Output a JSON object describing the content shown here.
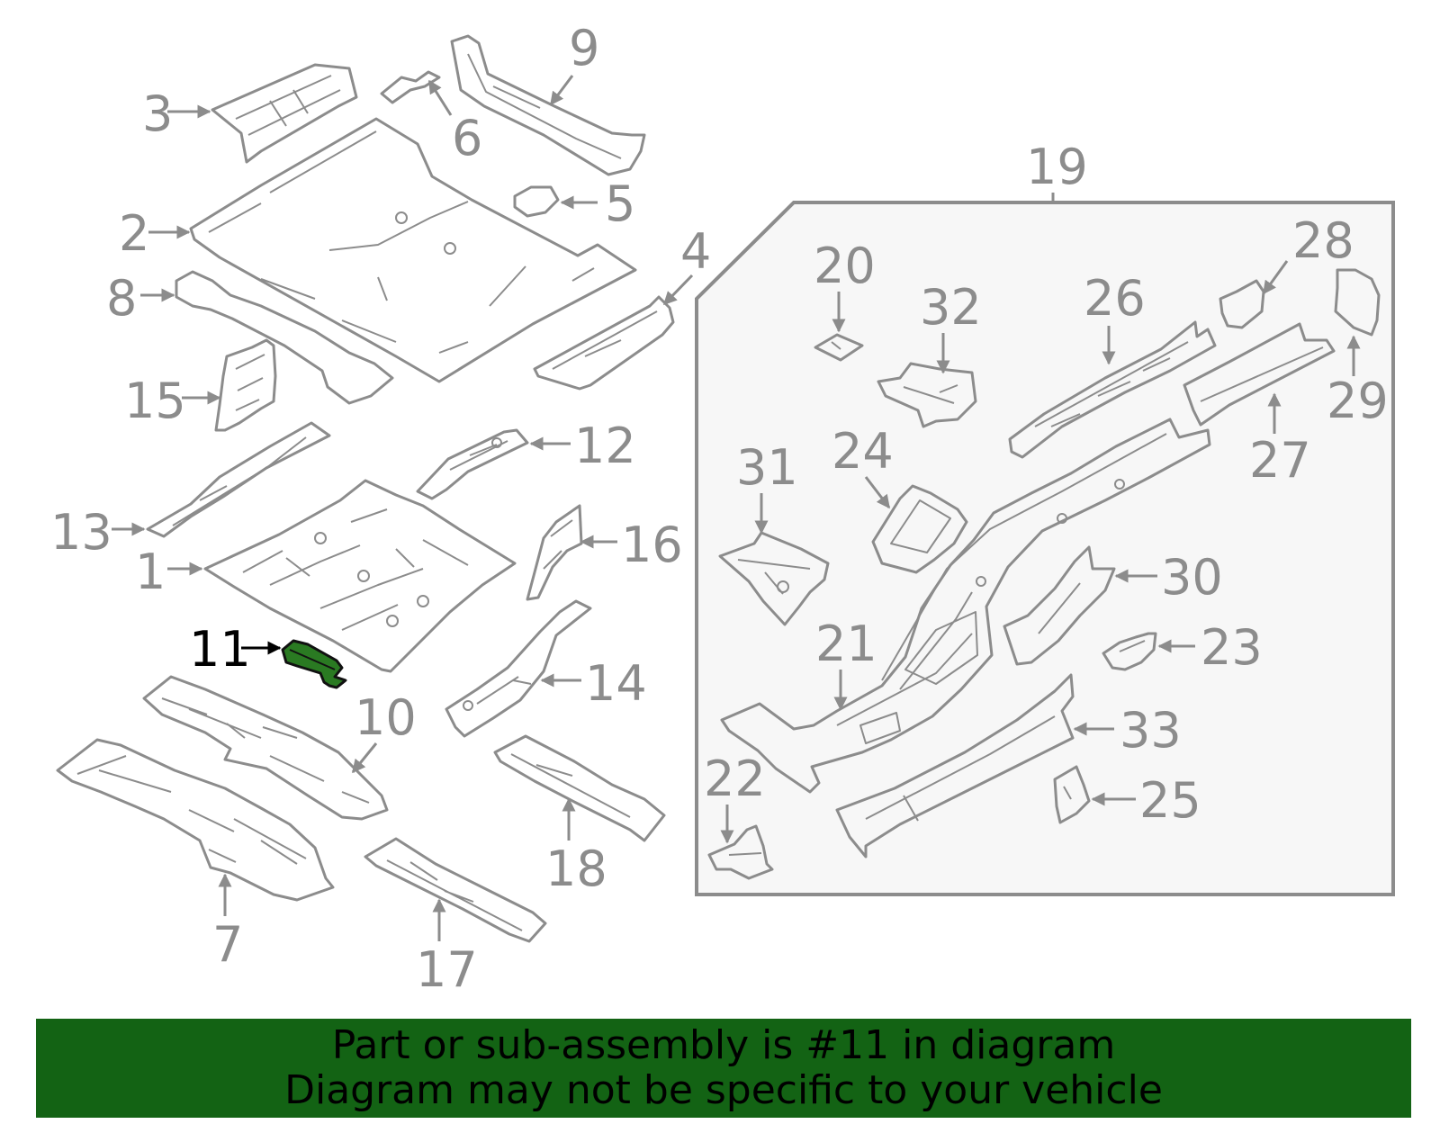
{
  "diagram": {
    "highlight_color": "#2a7a22",
    "highlighted_part": "11",
    "callouts": {
      "c1": "1",
      "c2": "2",
      "c3": "3",
      "c4": "4",
      "c5": "5",
      "c6": "6",
      "c7": "7",
      "c8": "8",
      "c9": "9",
      "c10": "10",
      "c11": "11",
      "c12": "12",
      "c13": "13",
      "c14": "14",
      "c15": "15",
      "c16": "16",
      "c17": "17",
      "c18": "18",
      "c19": "19",
      "c20": "20",
      "c21": "21",
      "c22": "22",
      "c23": "23",
      "c24": "24",
      "c25": "25",
      "c26": "26",
      "c27": "27",
      "c28": "28",
      "c29": "29",
      "c30": "30",
      "c31": "31",
      "c32": "32",
      "c33": "33"
    }
  },
  "banner": {
    "background": "#136314",
    "line1": "Part or sub-assembly is #11 in diagram",
    "line2": "Diagram may not be specific to your vehicle"
  }
}
